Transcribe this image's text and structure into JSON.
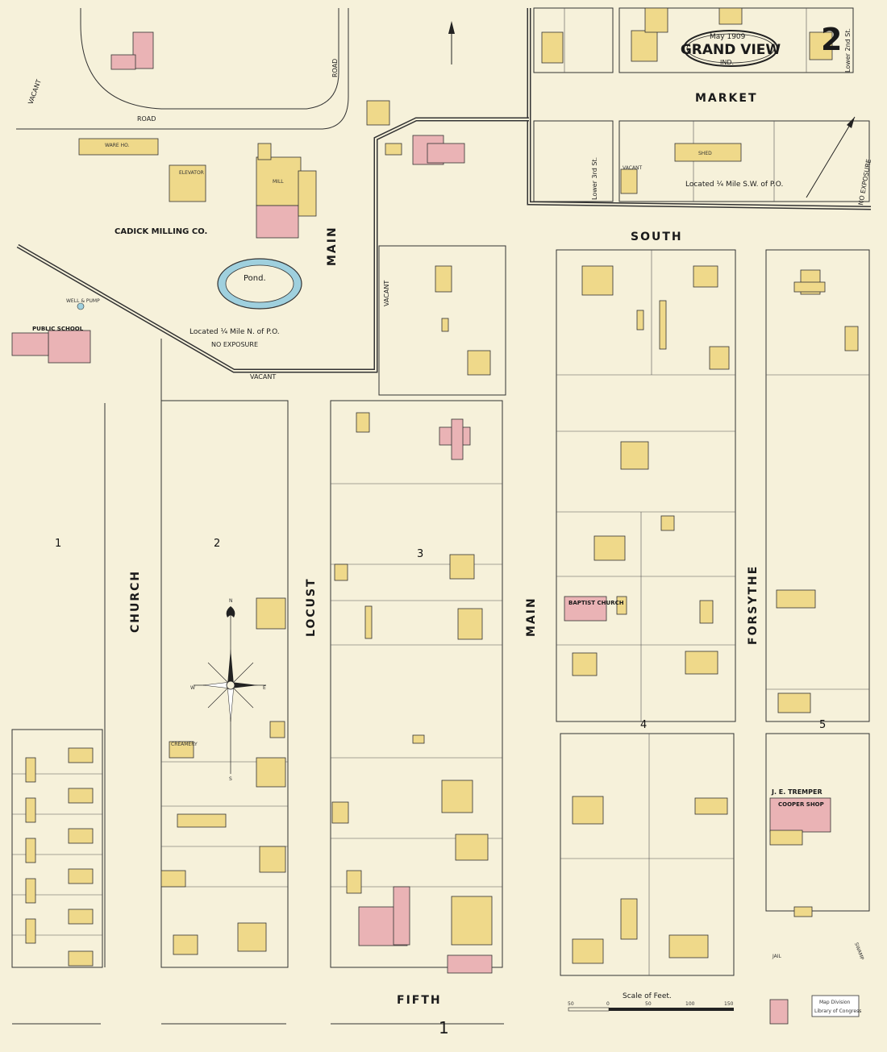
{
  "title": {
    "date": "May 1909",
    "town": "GRAND VIEW",
    "state": "IND.",
    "sheet_number": "2"
  },
  "streets": {
    "market": "MARKET",
    "south": "SOUTH",
    "fifth": "FIFTH",
    "church": "CHURCH",
    "locust": "LOCUST",
    "main_upper": "MAIN",
    "main_lower": "MAIN",
    "forsythe": "FORSYTHE",
    "road_top": "ROAD",
    "road_left": "ROAD",
    "lower_3rd": "Lower 3rd St.",
    "lower_2nd": "Lower 2nd St."
  },
  "vacant": {
    "top_left": "VACANT",
    "main_left": "VACANT",
    "south_bottom": "VACANT"
  },
  "labels": {
    "milling_co": "CADICK MILLING CO.",
    "pond": "Pond.",
    "located_north": "Located ¼ Mile N. of P.O.",
    "no_exposure": "NO EXPOSURE",
    "no_exposure_right": "NO EXPOSURE",
    "located_sw": "Located ¼ Mile S.W. of P.O.",
    "public_school": "PUBLIC SCHOOL",
    "baptist_church": "BAPTIST CHURCH",
    "tremper": "J. E. TREMPER",
    "cooper_shop": "COOPER SHOP",
    "shed": "SHED",
    "elevator": "ELEVATOR",
    "mill": "MILL",
    "ware_ho": "WARE HO.",
    "well_pump": "WELL & PUMP",
    "swamp": "SWAMP",
    "jail": "JAIL",
    "creamery": "CREAMERY",
    "vacant_lot": "VACANT",
    "scale_label": "Scale of Feet.",
    "page_number": "1",
    "stamp_line1": "Map Division",
    "stamp_line2": "Library of Congress"
  },
  "blocks": [
    "1",
    "2",
    "3",
    "4",
    "5"
  ],
  "scale_ticks": [
    "50",
    "0",
    "50",
    "100",
    "150"
  ],
  "compass": {
    "n": "N",
    "s": "S",
    "e": "E",
    "w": "W"
  },
  "colors": {
    "paper": "#f6f1da",
    "frame_dwelling": "#efd98a",
    "brick": "#eab3b5",
    "water": "#9fd0de",
    "ink": "#1a1a1a"
  }
}
